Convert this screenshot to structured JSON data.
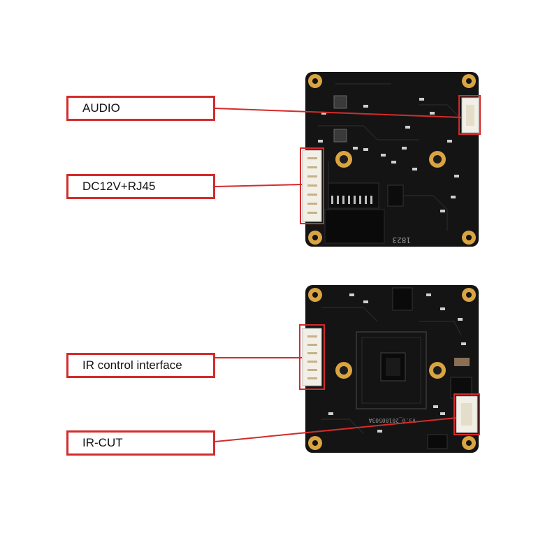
{
  "labels": {
    "audio": "AUDIO",
    "dc_rj45": "DC12V+RJ45",
    "ir_control": "IR control interface",
    "ir_cut": "IR-CUT"
  },
  "board_markings": {
    "top_code": "1823",
    "bottom_version": "V3.0_20180503A"
  },
  "colors": {
    "callout": "#d42b2b",
    "pcb": "#141414",
    "pad_gold": "#d9a441",
    "connector": "#f2efe6"
  }
}
